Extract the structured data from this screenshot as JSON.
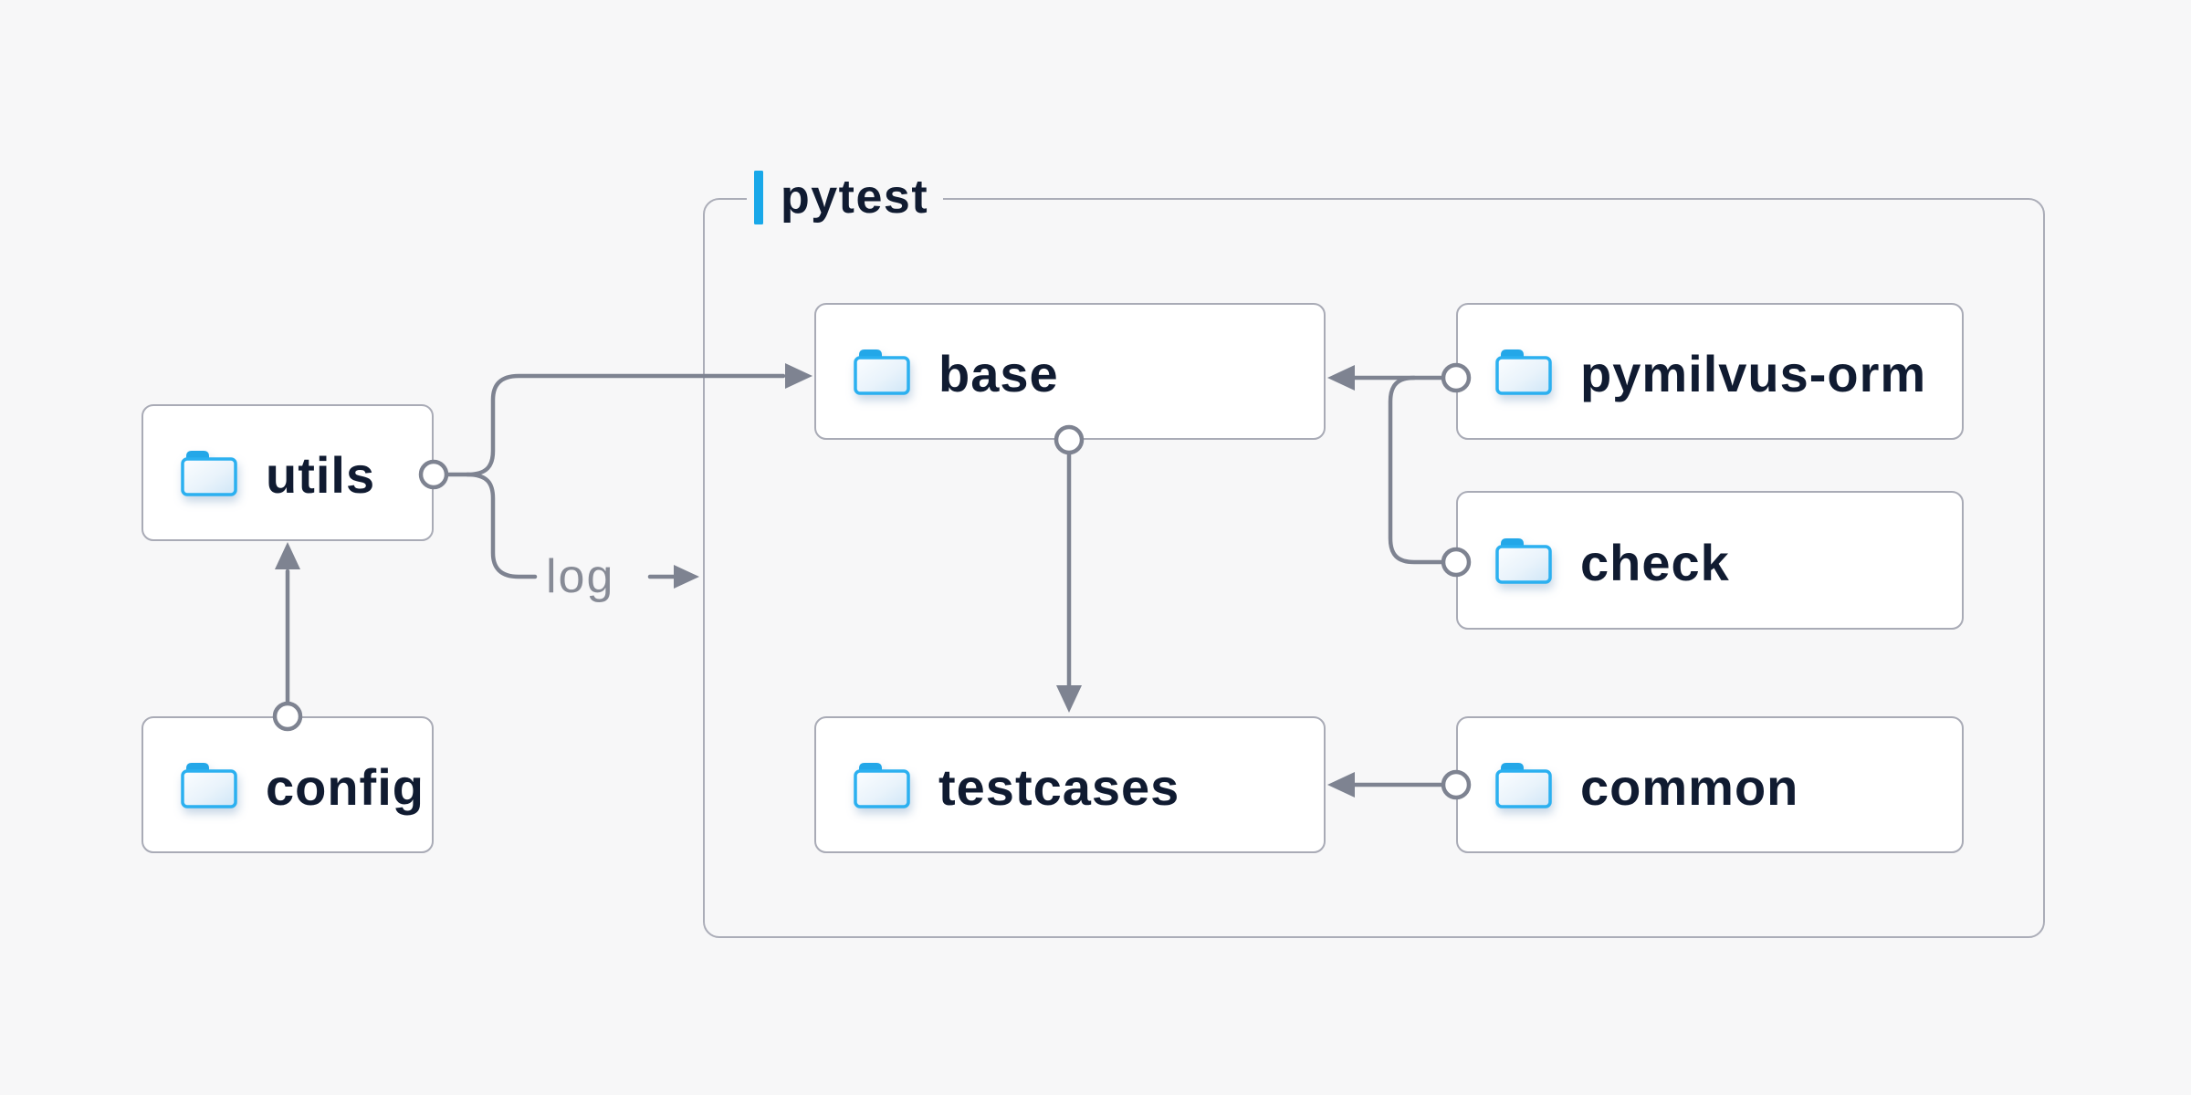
{
  "group": {
    "label": "pytest",
    "accent_color": "#19a8e9"
  },
  "nodes": {
    "utils": {
      "label": "utils",
      "icon": "folder-icon"
    },
    "config": {
      "label": "config",
      "icon": "folder-icon"
    },
    "base": {
      "label": "base",
      "icon": "folder-icon",
      "inside_group": "pytest"
    },
    "pymilvus_orm": {
      "label": "pymilvus-orm",
      "icon": "folder-icon",
      "inside_group": "pytest"
    },
    "check": {
      "label": "check",
      "icon": "folder-icon",
      "inside_group": "pytest"
    },
    "testcases": {
      "label": "testcases",
      "icon": "folder-icon",
      "inside_group": "pytest"
    },
    "common": {
      "label": "common",
      "icon": "folder-icon",
      "inside_group": "pytest"
    }
  },
  "log_label": {
    "text": "log"
  },
  "edges": [
    {
      "from": "config",
      "to": "utils",
      "type": "arrow"
    },
    {
      "from": "utils",
      "to": "base",
      "type": "arrow"
    },
    {
      "from": "utils",
      "to": "log",
      "type": "labeled-arrow",
      "label": "log"
    },
    {
      "from": "pymilvus-orm",
      "to": "base",
      "type": "arrow"
    },
    {
      "from": "check",
      "to": "base",
      "type": "arrow"
    },
    {
      "from": "base",
      "to": "testcases",
      "type": "arrow"
    },
    {
      "from": "common",
      "to": "testcases",
      "type": "arrow"
    }
  ],
  "colors": {
    "background": "#f7f7f8",
    "node_fill": "#ffffff",
    "node_border": "#a9abb6",
    "group_border": "#abadb8",
    "wire": "#7e8391",
    "text": "#101b31",
    "muted_text": "#878b96",
    "folder_blue": "#2bb0f0",
    "folder_tab_blue": "#23a7e8",
    "accent_bar": "#19a8e9"
  }
}
